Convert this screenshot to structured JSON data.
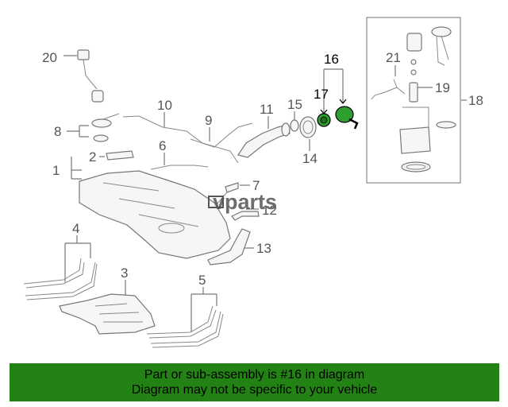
{
  "watermark": "vparts",
  "callouts": {
    "c1": "1",
    "c2": "2",
    "c3": "3",
    "c4": "4",
    "c5": "5",
    "c6": "6",
    "c7": "7",
    "c8": "8",
    "c9": "9",
    "c10": "10",
    "c11": "11",
    "c12": "12",
    "c13": "13",
    "c14": "14",
    "c15": "15",
    "c16": "16",
    "c17": "17",
    "c18": "18",
    "c19": "19",
    "c20": "20",
    "c21": "21"
  },
  "highlight_color": "#2e9e2e",
  "footer": {
    "background": "#238214",
    "line1": "Part or sub-assembly is #16 in diagram",
    "line2": "Diagram may not be specific to your vehicle"
  }
}
